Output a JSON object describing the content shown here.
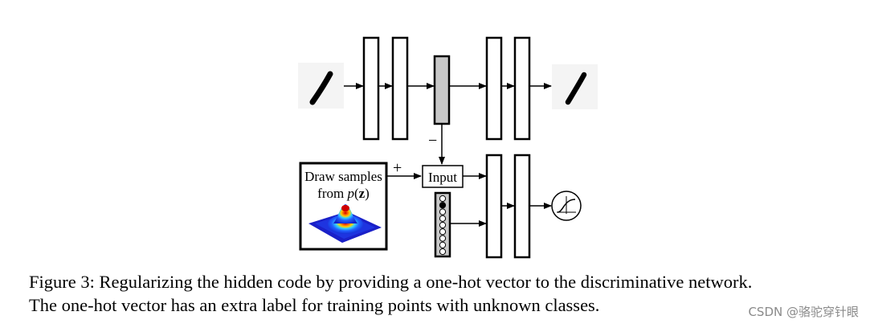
{
  "figure": {
    "draw_box_line1": "Draw samples",
    "draw_box_line2": "from p(z)",
    "input_label": "Input",
    "plus_sign": "+",
    "minus_sign": "−",
    "one_hot_cells": 9,
    "one_hot_active_index": 1
  },
  "caption": {
    "line1": "Figure 3: Regularizing the hidden code by providing a one-hot vector to the discriminative network.",
    "line2": "The one-hot vector has an extra label for training points with unknown classes."
  },
  "watermark": "CSDN @骆驼穿针眼"
}
